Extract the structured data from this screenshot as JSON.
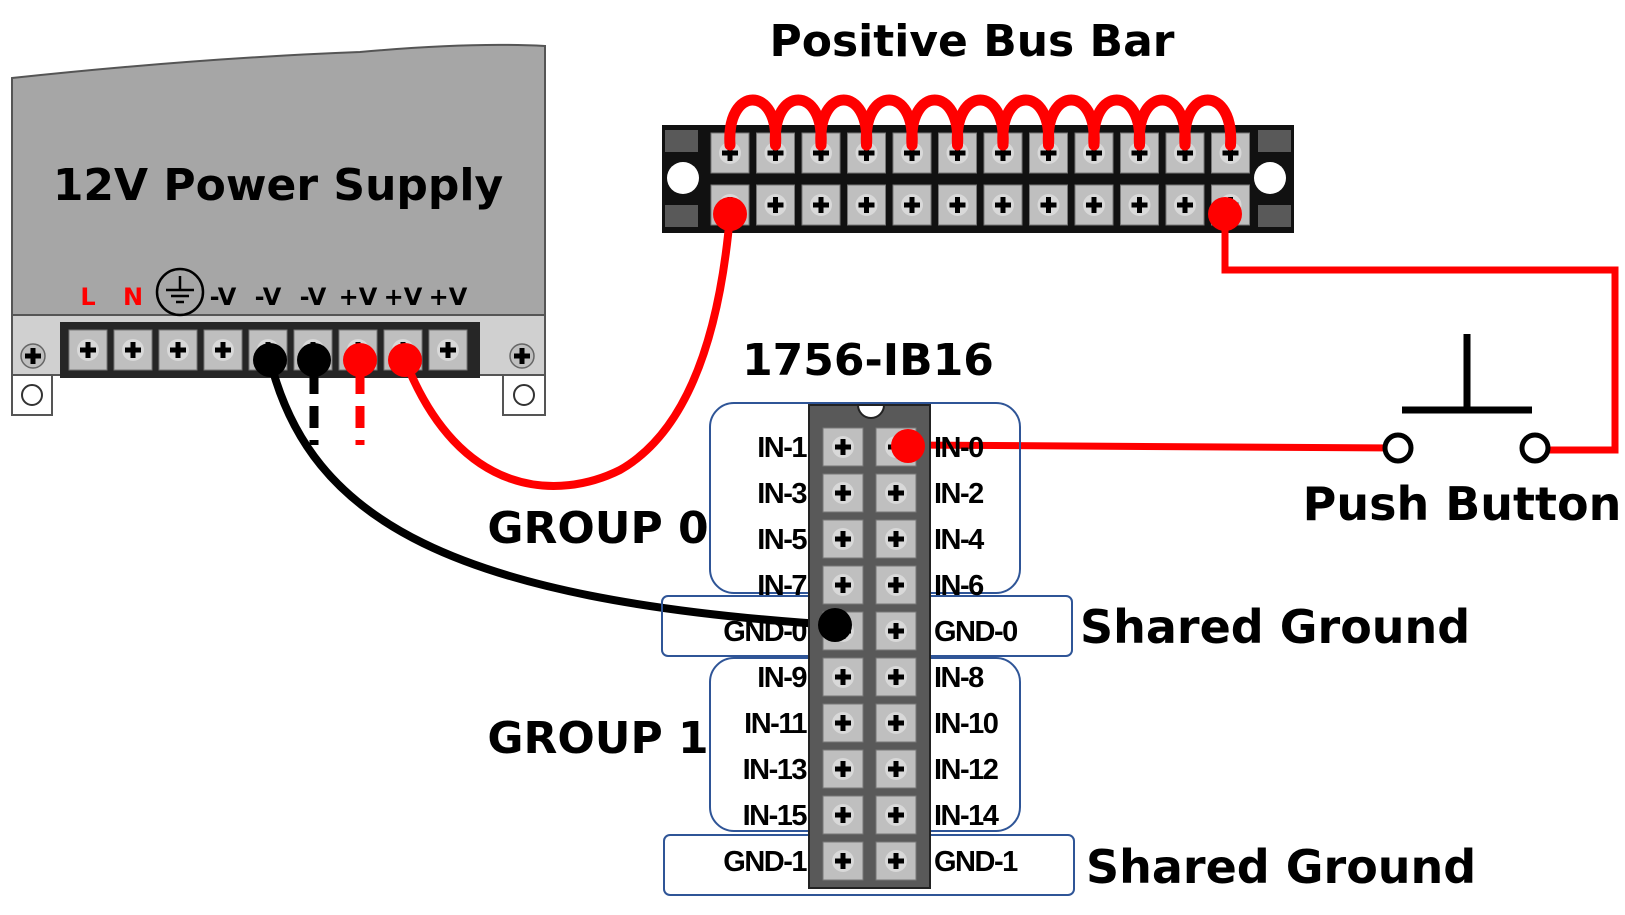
{
  "colors": {
    "positive_wire": "#ff0000",
    "negative_wire": "#000000",
    "supply_body": "#a6a6a6",
    "terminal_block": "#262626",
    "screw_face": "#bfbfbf",
    "group_outline": "#2f5597"
  },
  "power_supply": {
    "title": "12V Power Supply",
    "terminals": [
      {
        "label": "L",
        "color": "red"
      },
      {
        "label": "N",
        "color": "red"
      },
      {
        "label": "",
        "icon": "ground-icon"
      },
      {
        "label": "-V",
        "color": "black"
      },
      {
        "label": "-V",
        "color": "black"
      },
      {
        "label": "-V",
        "color": "black"
      },
      {
        "label": "+V",
        "color": "black"
      },
      {
        "label": "+V",
        "color": "black"
      },
      {
        "label": "+V",
        "color": "black"
      }
    ]
  },
  "bus_bar": {
    "title": "Positive Bus Bar"
  },
  "module": {
    "title": "1756-IB16",
    "left_pins": [
      "IN-1",
      "IN-3",
      "IN-5",
      "IN-7",
      "GND-0",
      "IN-9",
      "IN-11",
      "IN-13",
      "IN-15",
      "GND-1"
    ],
    "right_pins": [
      "IN-0",
      "IN-2",
      "IN-4",
      "IN-6",
      "GND-0",
      "IN-8",
      "IN-10",
      "IN-12",
      "IN-14",
      "GND-1"
    ]
  },
  "groups": {
    "group0": "GROUP 0",
    "group1": "GROUP 1",
    "shared_ground_0": "Shared Ground",
    "shared_ground_1": "Shared Ground"
  },
  "push_button": {
    "label": "Push Button"
  }
}
